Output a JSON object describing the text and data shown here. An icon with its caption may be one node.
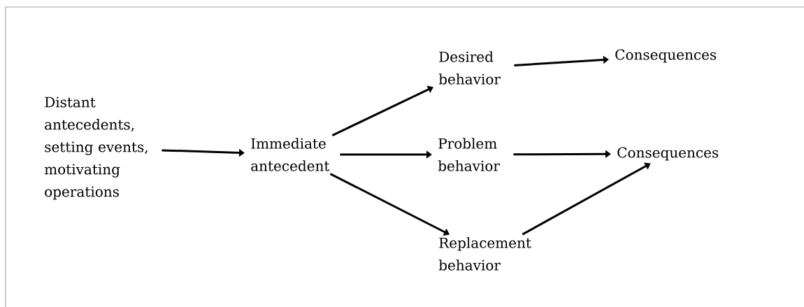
{
  "diagram": {
    "nodes": [
      {
        "text": [
          "Distant antecedents, setting events, motivating operations"
        ]
      },
      {
        "text": [
          "Immediate antecedent"
        ]
      },
      {
        "text": [
          "Desired behavior"
        ]
      },
      {
        "text": [
          "Problem behavior"
        ]
      },
      {
        "text": [
          "Replacement behavior"
        ]
      },
      {
        "text": [
          "Consequences"
        ]
      },
      {
        "text": [
          "Consequences"
        ]
      }
    ],
    "edges": [
      {
        "from": 0,
        "to": 1,
        "arrow": "to"
      },
      {
        "from": 1,
        "to": 2,
        "arrow": "to"
      },
      {
        "from": 1,
        "to": 3,
        "arrow": "to"
      },
      {
        "from": 1,
        "to": 4,
        "arrow": "to"
      },
      {
        "from": 2,
        "to": 5,
        "arrow": "to"
      },
      {
        "from": 3,
        "to": 6,
        "arrow": "to"
      },
      {
        "from": 4,
        "to": 6,
        "arrow": "to"
      }
    ]
  }
}
